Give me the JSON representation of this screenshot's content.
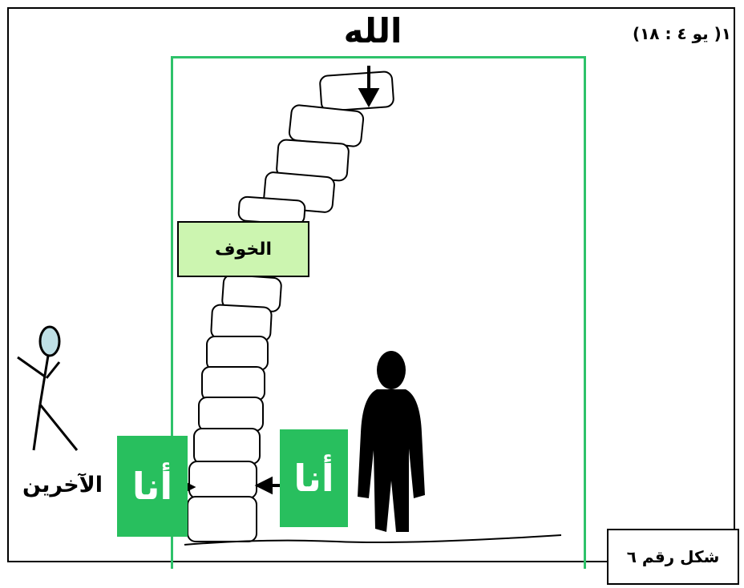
{
  "title_top": "الله",
  "reference": "١( يو ٤ : ١٨)",
  "fear_label": "الخوف",
  "others_label": "الآخرين",
  "block_label": "أنا",
  "figure_label": "شكل رقم ٦",
  "colors": {
    "frame_green": "#2ec26a",
    "fear_box_fill": "#ccf5b0",
    "block_green": "#28bf5e"
  }
}
